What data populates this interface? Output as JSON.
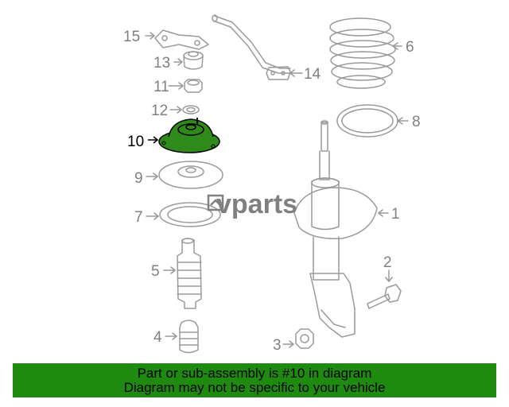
{
  "labels": {
    "c1": "1",
    "c2": "2",
    "c3": "3",
    "c4": "4",
    "c5": "5",
    "c6": "6",
    "c7": "7",
    "c8": "8",
    "c9": "9",
    "c10": "10",
    "c11": "11",
    "c12": "12",
    "c13": "13",
    "c14": "14",
    "c15": "15"
  },
  "watermark": "vparts",
  "highlight_color": "#2e8b1a",
  "banner": {
    "line1": "Part or sub-assembly is #10 in diagram",
    "line2": "Diagram may not be specific to your vehicle",
    "color": "#1e8a10"
  }
}
